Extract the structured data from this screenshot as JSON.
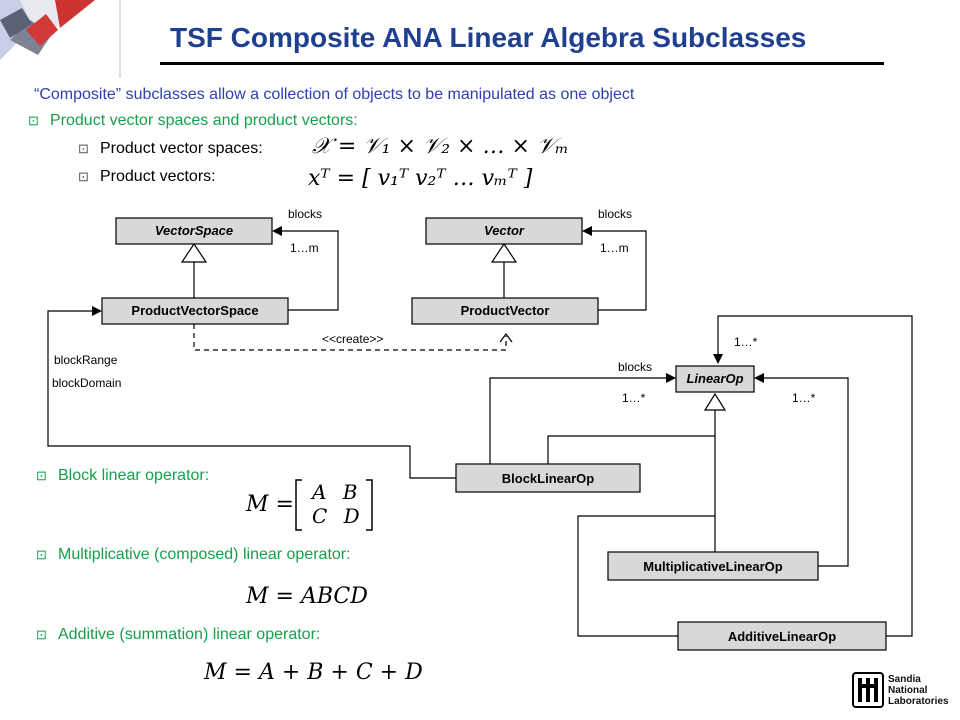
{
  "header": {
    "title": "TSF Composite ANA Linear Algebra Subclasses"
  },
  "intro": "“Composite” subclasses allow a collection of objects to be manipulated as one object",
  "bullets": {
    "product": "Product vector spaces and product vectors:",
    "product_spaces": "Product vector spaces:",
    "product_vectors": "Product vectors:",
    "block": "Block linear operator:",
    "multiplicative": "Multiplicative (composed) linear operator:",
    "additive": "Additive (summation) linear operator:"
  },
  "equations": {
    "product_space": "𝒳 = 𝒱₁ × 𝒱₂ × … × 𝒱ₘ",
    "product_vector": "xᵀ = [ v₁ᵀ  v₂ᵀ  …  vₘᵀ ]",
    "block_lhs": "M =",
    "block_row1": "A  B",
    "block_row2": "C  D",
    "multiplicative": "M = ABCD",
    "additive": "M = A + B + C + D"
  },
  "diagram": {
    "classes": {
      "vector_space": "VectorSpace",
      "vector": "Vector",
      "product_vector_space": "ProductVectorSpace",
      "product_vector": "ProductVector",
      "linear_op": "LinearOp",
      "block_linear_op": "BlockLinearOp",
      "multiplicative_linear_op": "MultiplicativeLinearOp",
      "additive_linear_op": "AdditiveLinearOp"
    },
    "labels": {
      "blocks_vs": "blocks",
      "mult_vs": "1…m",
      "blocks_v": "blocks",
      "mult_v": "1…m",
      "create": "<<create>>",
      "block_range": "blockRange",
      "block_domain": "blockDomain",
      "blocks_lo": "blocks",
      "mult_lo_left": "1…*",
      "mult_lo_right": "1…*",
      "mult_lo_top": "1…*"
    }
  },
  "logo": {
    "line1": "Sandia",
    "line2": "National",
    "line3": "Laboratories"
  }
}
